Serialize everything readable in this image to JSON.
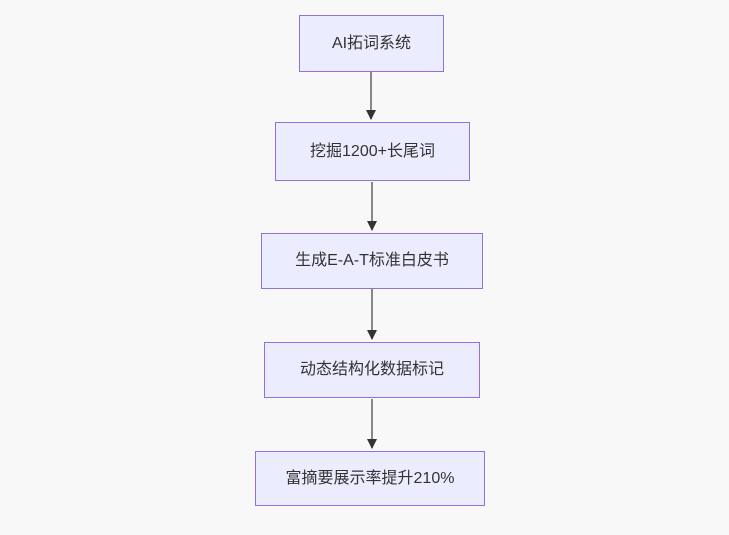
{
  "diagram": {
    "type": "flowchart",
    "direction": "top-down",
    "nodes": [
      {
        "id": "A",
        "label": "AI拓词系统"
      },
      {
        "id": "B",
        "label": "挖掘1200+长尾词"
      },
      {
        "id": "C",
        "label": "生成E-A-T标准白皮书"
      },
      {
        "id": "D",
        "label": "动态结构化数据标记"
      },
      {
        "id": "E",
        "label": "富摘要展示率提升210%"
      }
    ],
    "edges": [
      {
        "from": "A",
        "to": "B"
      },
      {
        "from": "B",
        "to": "C"
      },
      {
        "from": "C",
        "to": "D"
      },
      {
        "from": "D",
        "to": "E"
      }
    ],
    "colors": {
      "node_fill": "#ECECFF",
      "node_border": "#9370DB",
      "edge_line": "#888888",
      "arrowhead": "#333333",
      "text": "#333333",
      "background": "#F8F8F8"
    }
  }
}
